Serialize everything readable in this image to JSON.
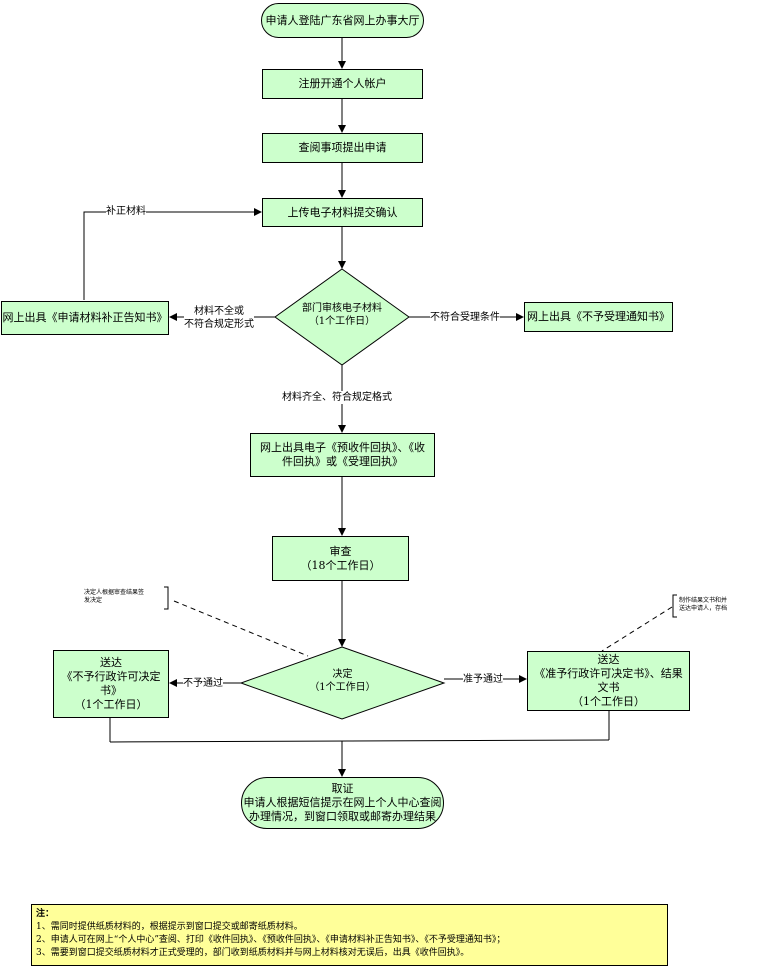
{
  "nodes": {
    "start": "申请人登陆广东省网上办事大厅",
    "register": "注册开通个人帐户",
    "apply": "查阅事项提出申请",
    "upload": "上传电子材料提交确认",
    "supplement_notice": "网上出具《申请材料补正告知书》",
    "review_line1": "部门审核电子材料",
    "review_line2": "（1个工作日）",
    "reject_notice": "网上出具《不予受理通知书》",
    "receipt_line1": "网上出具电子《预收件回执》、《收",
    "receipt_line2": "件回执》或《受理回执》",
    "exam_line1": "审查",
    "exam_line2": "（18个工作日）",
    "decide_line1": "决定",
    "decide_line2": "（1个工作日）",
    "deliver_no_line1": "送达",
    "deliver_no_line2": "《不予行政许可决定",
    "deliver_no_line3": "书》",
    "deliver_no_line4": "（1个工作日）",
    "deliver_yes_line1": "送达",
    "deliver_yes_line2": "《准予行政许可决定书》、结果",
    "deliver_yes_line3": "文书",
    "deliver_yes_line4": "（1个工作日）",
    "collect_line1": "取证",
    "collect_line2": "申请人根据短信提示在网上个人中心查阅",
    "collect_line3": "办理情况，到窗口领取或邮寄办理结果"
  },
  "edges": {
    "supplement": "补正材料",
    "incomplete_line1": "材料不全或",
    "incomplete_line2": "不符合规定形式",
    "not_eligible": "不符合受理条件",
    "complete": "材料齐全、符合规定格式",
    "not_approved": "不予通过",
    "approved": "准予通过"
  },
  "annotations": {
    "left_line1": "决定人根据审查结果签",
    "left_line2": "发决定",
    "right_line1": "制作结果文书和并",
    "right_line2": "送达申请人，存档"
  },
  "notes": {
    "title": "注：",
    "item1": "1、需同时提供纸质材料的，根据提示到窗口提交或邮寄纸质材料。",
    "item2": "2、申请人可在网上“个人中心”查阅、打印《收件回执》、《预收件回执》、《申请材料补正告知书》、《不予受理通知书》；",
    "item3": "3、需要到窗口提交纸质材料才正式受理的，部门收到纸质材料并与网上材料核对无误后，出具《收件回执》。"
  },
  "colors": {
    "node_fill": "#ccffcc",
    "note_fill": "#ffff99"
  }
}
